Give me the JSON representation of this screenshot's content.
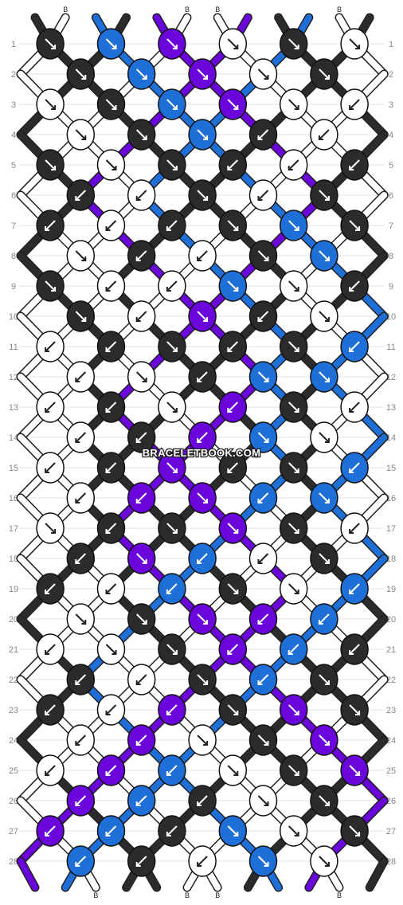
{
  "watermark": "BRACELETBOOK.COM",
  "strings": [
    "A",
    "B",
    "C",
    "A",
    "D",
    "B",
    "B",
    "D",
    "A",
    "C",
    "B",
    "A"
  ],
  "colors": {
    "A": "#2b2b2b",
    "B": "#ffffff",
    "C": "#1e6fd8",
    "D": "#6a05dc"
  },
  "rows": [
    "1",
    "2",
    "3",
    "4",
    "5",
    "6",
    "7",
    "8",
    "9",
    "10",
    "11",
    "12",
    "13",
    "14",
    "15",
    "16",
    "17",
    "18",
    "19",
    "20",
    "21",
    "22",
    "23",
    "24",
    "25",
    "26",
    "27",
    "28"
  ],
  "knots": [
    [
      "rr",
      "rr",
      "rr",
      "rr",
      "rr",
      "rr"
    ],
    [
      "rr",
      "rr",
      "rr",
      "rr",
      "rr"
    ],
    [
      "rr",
      "rr",
      "rr",
      "rr",
      "rr",
      "ll"
    ],
    [
      "rr",
      "rr",
      "rr",
      "ll",
      "ll"
    ],
    [
      "rr",
      "rr",
      "rr",
      "ll",
      "ll",
      "ll"
    ],
    [
      "rl",
      "rl",
      "rr",
      "ll",
      "lr"
    ],
    [
      "ll",
      "ll",
      "ll",
      "rr",
      "rr",
      "rr"
    ],
    [
      "rr",
      "ll",
      "ll",
      "rr",
      "rr"
    ],
    [
      "rr",
      "rl",
      "ll",
      "rr",
      "lr",
      "ll"
    ],
    [
      "rr",
      "ll",
      "rr",
      "ll",
      "rr"
    ],
    [
      "ll",
      "rl",
      "rr",
      "ll",
      "lr",
      "ll"
    ],
    [
      "rl",
      "rr",
      "ll",
      "lr",
      "lr"
    ],
    [
      "ll",
      "rl",
      "rr",
      "ll",
      "lr",
      "ll"
    ],
    [
      "rl",
      "ll",
      "ll",
      "lr",
      "lr"
    ],
    [
      "ll",
      "rl",
      "rr",
      "ll",
      "lr",
      "ll"
    ],
    [
      "rl",
      "ll",
      "rr",
      "ll",
      "lr"
    ],
    [
      "rr",
      "rl",
      "rr",
      "rr",
      "lr",
      "ll"
    ],
    [
      "ll",
      "rr",
      "ll",
      "ll",
      "rr"
    ],
    [
      "ll",
      "rl",
      "ll",
      "rr",
      "lr",
      "ll"
    ],
    [
      "rr",
      "rr",
      "rr",
      "ll",
      "ll"
    ],
    [
      "ll",
      "rr",
      "rr",
      "ll",
      "ll",
      "ll"
    ],
    [
      "rl",
      "rl",
      "rr",
      "ll",
      "lr"
    ],
    [
      "ll",
      "ll",
      "ll",
      "rr",
      "rr",
      "rr"
    ],
    [
      "ll",
      "ll",
      "rr",
      "rr",
      "rr"
    ],
    [
      "ll",
      "ll",
      "ll",
      "rr",
      "rr",
      "rr"
    ],
    [
      "ll",
      "ll",
      "ll",
      "rr",
      "rr"
    ],
    [
      "ll",
      "ll",
      "ll",
      "rr",
      "rr",
      "rr"
    ],
    [
      "ll",
      "ll",
      "ll",
      "rr",
      "rr"
    ]
  ]
}
